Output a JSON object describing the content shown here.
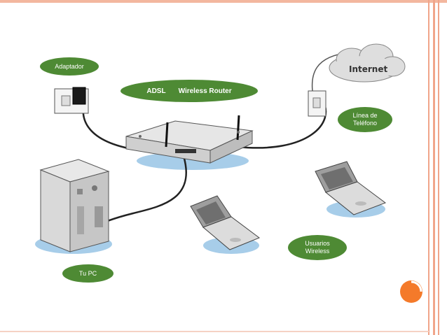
{
  "labels": {
    "adaptador": "Adaptador",
    "adsl": "ADSL",
    "wireless_router": "Wireless Router",
    "internet": "Internet",
    "linea_telefono": "Línea de\nTeléfono",
    "usuarios_wireless": "Usuarios\nWireless",
    "tu_pc": "Tu PC"
  },
  "colors": {
    "label_bg": "#4e8a34",
    "glow": "#a7cde9",
    "accent_circle": "#f47a2a",
    "border": "#f0a58a"
  },
  "icons": {
    "bullet": "orange-circle-bullet-icon"
  }
}
